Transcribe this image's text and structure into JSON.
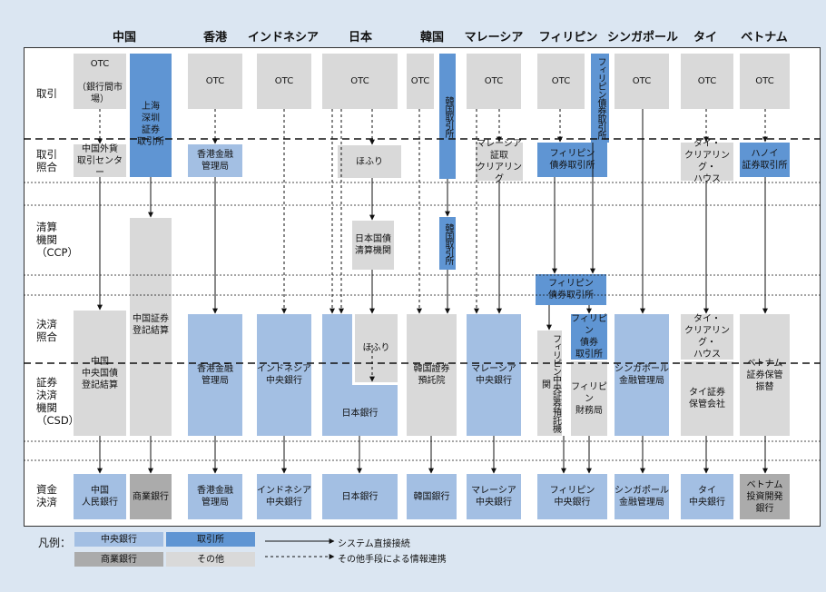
{
  "countries": [
    "中国",
    "香港",
    "インドネシア",
    "日本",
    "韓国",
    "マレーシア",
    "フィリピン",
    "シンガポール",
    "タイ",
    "ベトナム"
  ],
  "rows": [
    "取引",
    "取引\n照合",
    "清算\n機関\n（CCP）",
    "決済\n照合",
    "証券\n決済\n機関\n（CSD）",
    "資金\n決済"
  ],
  "trading": {
    "cn_otc": "OTC\n\n（銀行間市場）",
    "cn_exchange": "上海\n深圳\n証券\n取引所",
    "hk_otc": "OTC",
    "id_otc": "OTC",
    "jp_otc": "OTC",
    "kr_otc": "OTC",
    "kr_exchange": "韓国取引所",
    "my_otc": "OTC",
    "ph_otc": "OTC",
    "ph_exchange": "フィリピン債券取引所",
    "sg_otc": "OTC",
    "th_otc": "OTC",
    "vn_otc": "OTC"
  },
  "matching": {
    "cn": "中国外貨\n取引センター",
    "hk": "香港金融\n管理局",
    "jp": "ほふり",
    "my": "マレーシア\n証取\nクリアリング",
    "ph": "フィリピン\n債券取引所",
    "th": "タイ・\nクリアリング・\nハウス",
    "vn": "ハノイ\n証券取引所"
  },
  "ccp": {
    "cn": "中国証券\n登記結算",
    "jp": "日本国債\n清算機関",
    "kr": "韓国取引所"
  },
  "settlement_matching": {
    "ph_mid": "フィリピン\n債券取引所",
    "ph_right": "フィリピン\n債券\n取引所",
    "jp": "ほふり",
    "th": "タイ・\nクリアリング・\nハウス"
  },
  "csd": {
    "cn": "中国\n中央国債\n登記結算",
    "hk": "香港金融\n管理局",
    "id": "インドネシア\n中央銀行",
    "jp": "日本銀行",
    "kr": "韓国證券\n預託院",
    "my": "マレーシア\n中央銀行",
    "ph_trust": "フィリピン中央証券預託機関",
    "ph_treasury": "フィリピン\n財務局",
    "sg": "シンガポール\n金融管理局",
    "th": "タイ証券\n保管会社",
    "vn": "ベトナム\n証券保管\n振替"
  },
  "cash": {
    "cn_central": "中国\n人民銀行",
    "cn_commercial": "商業銀行",
    "hk": "香港金融\n管理局",
    "id": "インドネシア\n中央銀行",
    "jp": "日本銀行",
    "kr": "韓国銀行",
    "my": "マレーシア\n中央銀行",
    "ph": "フィリピン\n中央銀行",
    "sg": "シンガポール\n金融管理局",
    "th": "タイ\n中央銀行",
    "vn": "ベトナム\n投資開発\n銀行"
  },
  "legend": {
    "title": "凡例：",
    "central_bank": "中央銀行",
    "exchange": "取引所",
    "commercial_bank": "商業銀行",
    "other": "その他",
    "direct": "システム直接接続",
    "indirect": "その他手段による情報連携"
  },
  "colors": {
    "central_bank": "#a3bfe3",
    "exchange": "#5f95d3",
    "commercial_bank": "#ababab",
    "other": "#d9d9d9",
    "background": "#dbe6f2"
  }
}
